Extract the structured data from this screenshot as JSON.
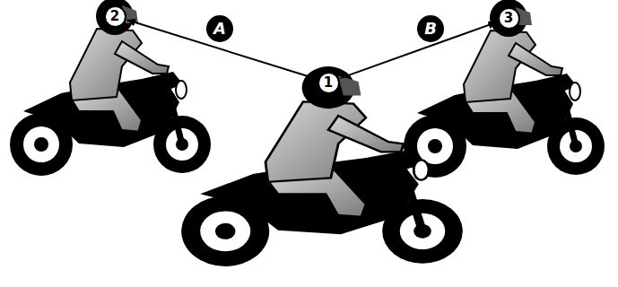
{
  "diagram": {
    "nodes": [
      {
        "text": [
          "2"
        ]
      },
      {
        "text": [
          "3"
        ]
      },
      {
        "text": [
          "1"
        ]
      }
    ],
    "edges": [
      {
        "from": 2,
        "to": 0,
        "label": "A",
        "arrow": "to"
      },
      {
        "from": 2,
        "to": 1,
        "label": "B",
        "arrow": "to"
      }
    ]
  }
}
